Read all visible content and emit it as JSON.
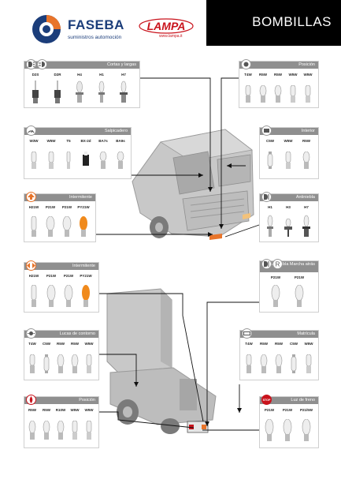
{
  "header": {
    "title": "BOMBILLAS",
    "brand_name": "FASEBA",
    "brand_tagline": "suministros automoción",
    "lampa_name": "LAMPA",
    "lampa_url": "www.lampa.it"
  },
  "colors": {
    "brand_blue": "#1b3d7a",
    "brand_orange": "#e8742a",
    "lampa_red": "#c9131c",
    "card_header": "#8f8f8f",
    "header_band": "#000000"
  },
  "panels": {
    "cortas_largas": {
      "title": "Cortas y largas",
      "icon": "headlight-icon",
      "codes": [
        "D2S",
        "D2R",
        "H4",
        "H1",
        "H7"
      ]
    },
    "salpicadero": {
      "title": "Salpicadero",
      "icon": "dashboard-icon",
      "codes": [
        "W3W",
        "W5W",
        "T5",
        "BX-2d",
        "BA7s",
        "BA9s"
      ]
    },
    "intermitente_1": {
      "title": "Intermitente",
      "icon": "turn-signal-icon",
      "codes": [
        "H21W",
        "P21W",
        "P21W",
        "PY21W"
      ]
    },
    "posicion_1": {
      "title": "Posición",
      "icon": "position-light-icon",
      "codes": [
        "T4W",
        "R5W",
        "R5W",
        "W5W",
        "W5W"
      ]
    },
    "interior": {
      "title": "Interior",
      "icon": "interior-light-icon",
      "codes": [
        "C5W",
        "W5W",
        "R5W"
      ]
    },
    "antiniebla": {
      "title": "Antiniebla",
      "icon": "fog-light-icon",
      "codes": [
        "H1",
        "H3",
        "H7"
      ]
    },
    "intermitente_2": {
      "title": "Intermitente",
      "icon": "turn-signal-icon",
      "codes": [
        "H21W",
        "P21W",
        "P21W",
        "PY21W"
      ]
    },
    "lucas_contorno": {
      "title": "Lucas de contorno",
      "icon": "contour-light-icon",
      "codes": [
        "T4W",
        "C5W",
        "R5W",
        "R5W",
        "W5W"
      ]
    },
    "posicion_2": {
      "title": "Posición",
      "icon": "rear-position-icon",
      "codes": [
        "R5W",
        "R5W",
        "R10W",
        "W5W",
        "W5W"
      ]
    },
    "antiniebla_marcha": {
      "title": "Antiniebla Marcha atrás",
      "icon": "reverse-light-icon",
      "codes": [
        "P21W",
        "P21W"
      ]
    },
    "matricula": {
      "title": "Matrícula",
      "icon": "license-plate-icon",
      "codes": [
        "T4W",
        "R5W",
        "R5W",
        "C5W",
        "W5W"
      ]
    },
    "luz_freno": {
      "title": "Luz de freno",
      "icon": "brake-light-icon",
      "icon_text": "STOP",
      "codes": [
        "P21W",
        "P21W",
        "P21/5W"
      ]
    }
  }
}
